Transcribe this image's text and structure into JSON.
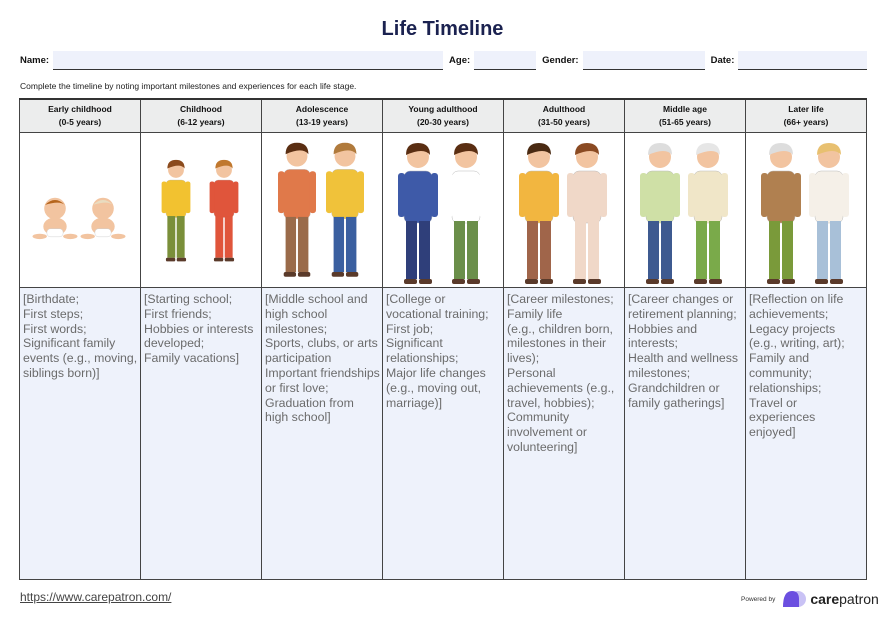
{
  "title": "Life Timeline",
  "fields": {
    "name": "Name:",
    "age": "Age:",
    "gender": "Gender:",
    "date": "Date:"
  },
  "instructions": "Complete the timeline by noting important milestones and experiences for each life stage.",
  "stages": [
    {
      "name": "Early childhood",
      "range": "(0-5 years)",
      "text": "[Birthdate;\nFirst steps;\nFirst words;\nSignificant family events (e.g., moving, siblings born)]"
    },
    {
      "name": "Childhood",
      "range": "(6-12 years)",
      "text": "[Starting school;\nFirst friends;\nHobbies or interests developed;\nFamily vacations]"
    },
    {
      "name": "Adolescence",
      "range": "(13-19 years)",
      "text": "[Middle school and high school milestones;\nSports, clubs, or arts participation\nImportant friendships or first love;\nGraduation from high school]"
    },
    {
      "name": "Young adulthood",
      "range": "(20-30 years)",
      "text": "[College or vocational training;\nFirst job;\nSignificant relationships;\nMajor life changes (e.g., moving out, marriage)]"
    },
    {
      "name": "Adulthood",
      "range": "(31-50 years)",
      "text": "[Career milestones;\nFamily life\n(e.g., children born, milestones in their lives);\nPersonal achievements (e.g., travel, hobbies);\nCommunity involvement or volunteering]"
    },
    {
      "name": "Middle age",
      "range": "(51-65 years)",
      "text": "[Career changes or retirement planning;\nHobbies and interests;\nHealth and wellness milestones;\nGrandchildren or family gatherings]"
    },
    {
      "name": "Later life",
      "range": "(66+ years)",
      "text": "[Reflection on life achievements;\nLegacy projects (e.g., writing, art);\nFamily and community; relationships;\nTravel or experiences enjoyed]"
    }
  ],
  "figures": [
    {
      "kind": "baby",
      "a": {
        "hair": "#b5651d",
        "top": "#f3c9a6",
        "bottom": "#ffffff"
      },
      "b": {
        "hair": "#e9dcc0",
        "top": "#f3c9a6",
        "bottom": "#ffffff"
      }
    },
    {
      "kind": "child",
      "a": {
        "hair": "#8b4a1c",
        "top": "#f2c230",
        "bottom": "#7a8f3a"
      },
      "b": {
        "hair": "#c0782e",
        "top": "#e0553b",
        "bottom": "#e0553b"
      }
    },
    {
      "kind": "teen",
      "a": {
        "hair": "#5a2e12",
        "top": "#e0794a",
        "bottom": "#9a6b4a"
      },
      "b": {
        "hair": "#b07a3c",
        "top": "#f0c23a",
        "bottom": "#3a5fa0"
      }
    },
    {
      "kind": "adult",
      "a": {
        "hair": "#5a2e12",
        "top": "#3e5aa8",
        "bottom": "#2f3f7a"
      },
      "b": {
        "hair": "#5a2e12",
        "top": "#ffffff",
        "bottom": "#6b8f4a"
      }
    },
    {
      "kind": "adult",
      "a": {
        "hair": "#4a2a12",
        "top": "#f2b640",
        "bottom": "#a0654a"
      },
      "b": {
        "hair": "#8a4a22",
        "top": "#f0d8c8",
        "bottom": "#f0d8c8"
      }
    },
    {
      "kind": "adult",
      "a": {
        "hair": "#dddddd",
        "top": "#cfe0a6",
        "bottom": "#3e5a90"
      },
      "b": {
        "hair": "#e6e6e6",
        "top": "#f0e6c8",
        "bottom": "#7aaa4a"
      }
    },
    {
      "kind": "adult",
      "a": {
        "hair": "#dddddd",
        "top": "#b08050",
        "bottom": "#7a9a3a"
      },
      "b": {
        "hair": "#e8c070",
        "top": "#f5f0e8",
        "bottom": "#a8c0d8"
      }
    }
  ],
  "footer": {
    "url": "https://www.carepatron.com/",
    "powered_by": "Powered by",
    "brand_bold": "care",
    "brand_rest": "patron"
  }
}
